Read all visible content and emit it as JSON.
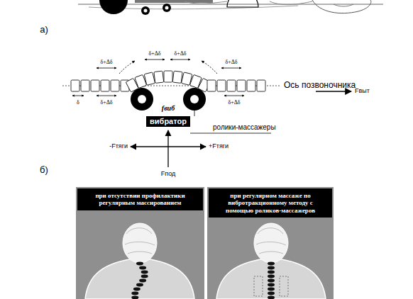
{
  "diagram": {
    "nodes": [
      {
        "text": [
          "вибратор"
        ]
      },
      {
        "text": [
          "при отсутствии профилактики регулярным массированием"
        ]
      },
      {
        "text": [
          "при регулярном массаже по вибротракционному методу с помощью роликов-массажеров"
        ]
      }
    ],
    "labels": [
      "а)",
      "δ+Δδ",
      "δ+Δδ",
      "δ+Δδ",
      "δ+Δδ",
      "δ",
      "δ+Δδ",
      "δ+Δδ",
      "Ось позвоночника",
      "Fвыт",
      "fвиб",
      "ролики-массажеры",
      "-Fтяги",
      "+Fтяги",
      "Fпод",
      "б)"
    ]
  }
}
